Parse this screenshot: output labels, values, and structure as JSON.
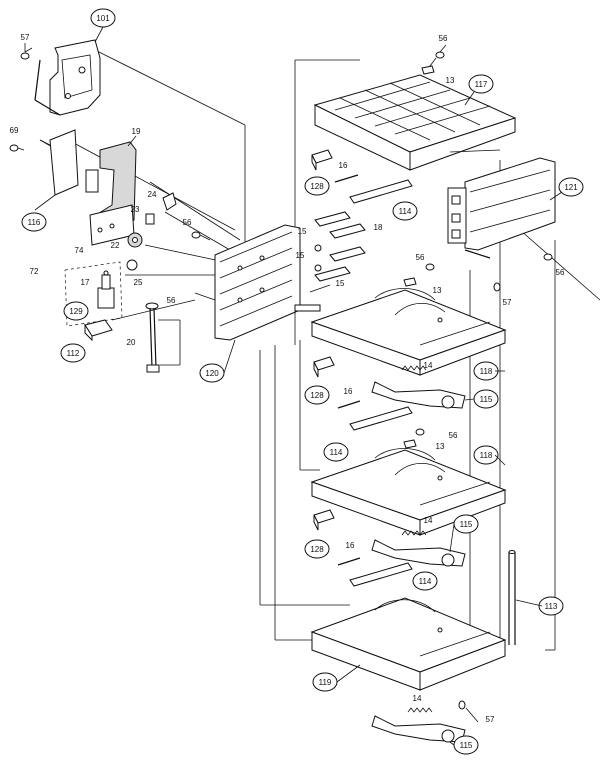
{
  "callouts": {
    "c101": "101",
    "c57a": "57",
    "c69": "69",
    "c19": "19",
    "c116": "116",
    "c24": "24",
    "c23": "23",
    "c56a": "56",
    "c74": "74",
    "c22": "22",
    "c72": "72",
    "c17": "17",
    "c25": "25",
    "c129": "129",
    "c56b": "56",
    "c112": "112",
    "c20": "20",
    "c120": "120",
    "c56c": "56",
    "c13a": "13",
    "c117": "117",
    "c128a": "128",
    "c16a": "16",
    "c114a": "114",
    "c121": "121",
    "c15a": "15",
    "c18": "18",
    "c15b": "15",
    "c15c": "15",
    "c56d": "56",
    "c13b": "13",
    "c56e": "56",
    "c57b": "57",
    "c128b": "128",
    "c14a": "14",
    "c118a": "118",
    "c16b": "16",
    "c115a": "115",
    "c114b": "114",
    "c56f": "56",
    "c13c": "13",
    "c118b": "118",
    "c128c": "128",
    "c14b": "14",
    "c115b": "115",
    "c16c": "16",
    "c114c": "114",
    "c113": "113",
    "c119": "119",
    "c14c": "14",
    "c57c": "57",
    "c115c": "115"
  }
}
